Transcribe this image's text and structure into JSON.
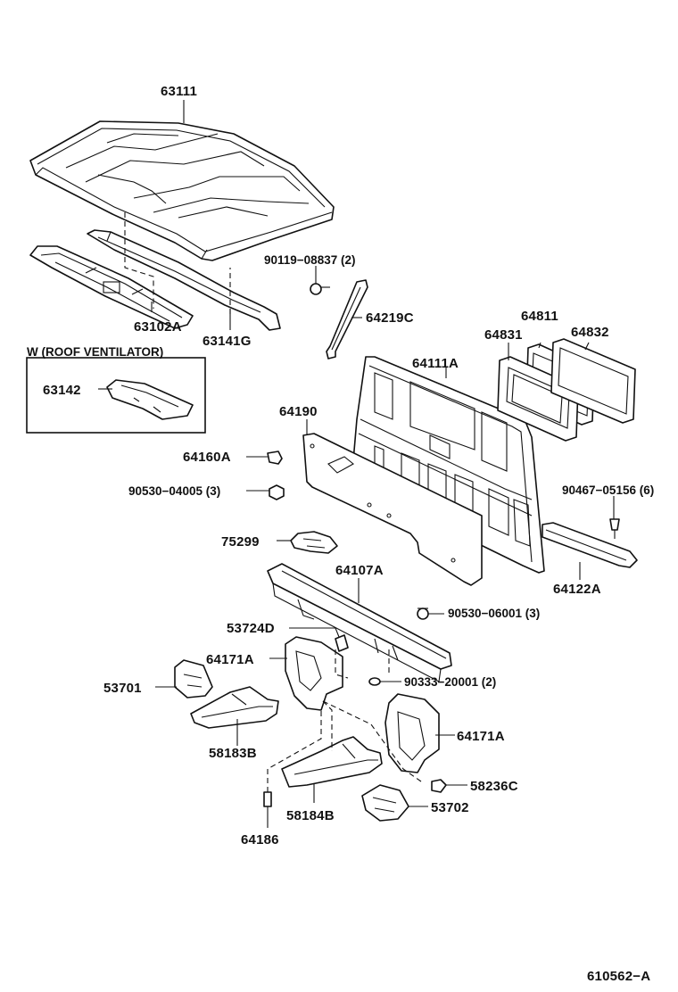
{
  "diagram": {
    "callouts": {
      "c63111": "63111",
      "c63102a": "63102A",
      "c63141g": "63141G",
      "c63142": "63142",
      "c90119": "90119−08837 (2)",
      "c64219c": "64219C",
      "c64811": "64811",
      "c64831": "64831",
      "c64832": "64832",
      "c64111a": "64111A",
      "c64190": "64190",
      "c64160a": "64160A",
      "c90530a": "90530−04005 (3)",
      "c90467": "90467−05156 (6)",
      "c75299": "75299",
      "c64107a": "64107A",
      "c64122a": "64122A",
      "c90530b": "90530−06001 (3)",
      "c53724d": "53724D",
      "c64171a_1": "64171A",
      "c53701": "53701",
      "c90333": "90333−20001 (2)",
      "c64171a_2": "64171A",
      "c58183b": "58183B",
      "c58236c": "58236C",
      "c58184b": "58184B",
      "c53702": "53702",
      "c64186": "64186"
    },
    "inset_title": "W (ROOF  VENTILATOR)",
    "figure_code": "610562−A"
  }
}
